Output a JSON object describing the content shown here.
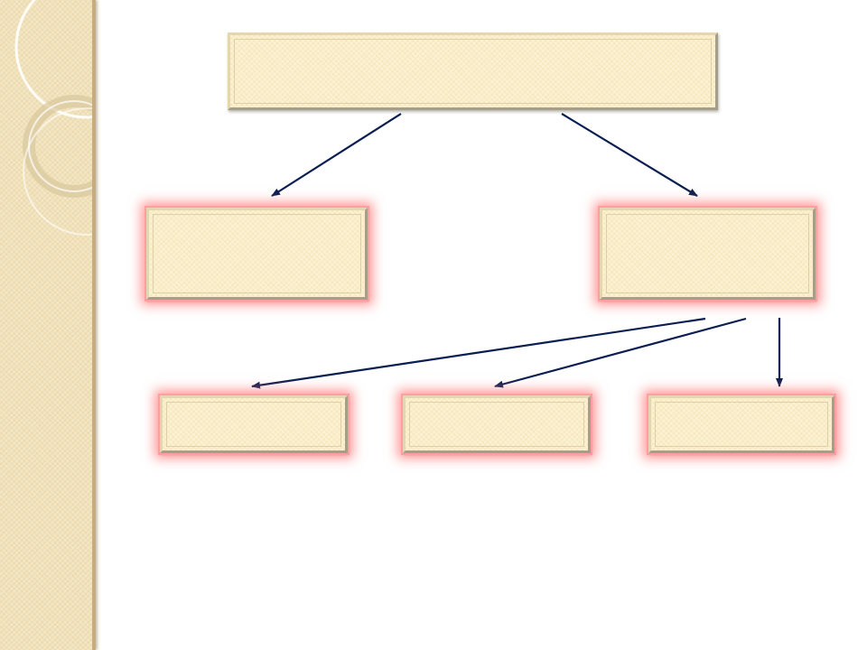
{
  "theme": {
    "sidebar_color": "#f1e2b9",
    "box_fill": "#fbeec6",
    "glow_color": "#ff9e9e",
    "arrow_color": "#0b1e52"
  },
  "diagram": {
    "root": {
      "label": ""
    },
    "level1": [
      {
        "label": ""
      },
      {
        "label": ""
      }
    ],
    "level2": [
      {
        "label": ""
      },
      {
        "label": ""
      },
      {
        "label": ""
      }
    ],
    "connections": [
      {
        "from": "root",
        "to": "level1-left"
      },
      {
        "from": "root",
        "to": "level1-right"
      },
      {
        "from": "level1-right",
        "to": "level2-1"
      },
      {
        "from": "level1-right",
        "to": "level2-2"
      },
      {
        "from": "level1-right",
        "to": "level2-3"
      }
    ]
  }
}
